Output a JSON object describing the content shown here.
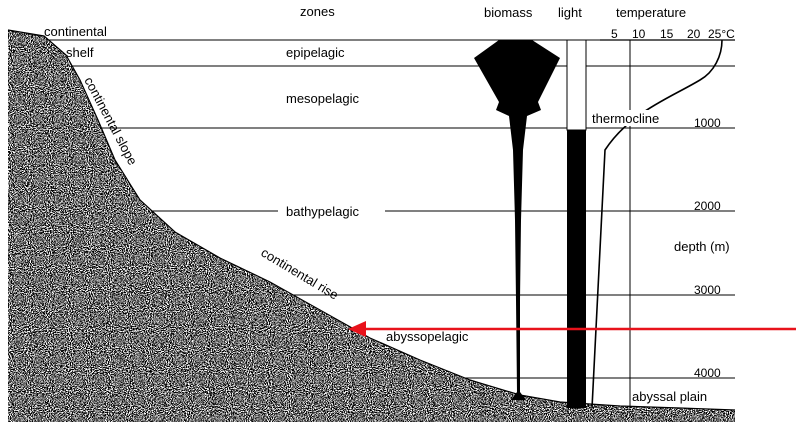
{
  "headers": {
    "zones": "zones",
    "biomass": "biomass",
    "light": "light",
    "temperature": "temperature"
  },
  "temperature_ticks": [
    "5",
    "10",
    "15",
    "20",
    "25°C"
  ],
  "zone_labels": {
    "epipelagic": "epipelagic",
    "mesopelagic": "mesopelagic",
    "bathypelagic": "bathypelagic",
    "abyssopelagic": "abyssopelagic"
  },
  "seafloor_labels": {
    "continental": "continental",
    "shelf": "shelf",
    "continental_slope": "continental slope",
    "continental_rise": "continental rise",
    "abyssal_plain": "abyssal plain"
  },
  "thermocline": "thermocline",
  "depth_axis": {
    "ticks": [
      "1000",
      "2000",
      "3000",
      "4000"
    ],
    "label": "depth (m)"
  },
  "colors": {
    "arrow": "#e8121b",
    "ink": "#000000",
    "sediment": "#4a4a4a"
  }
}
